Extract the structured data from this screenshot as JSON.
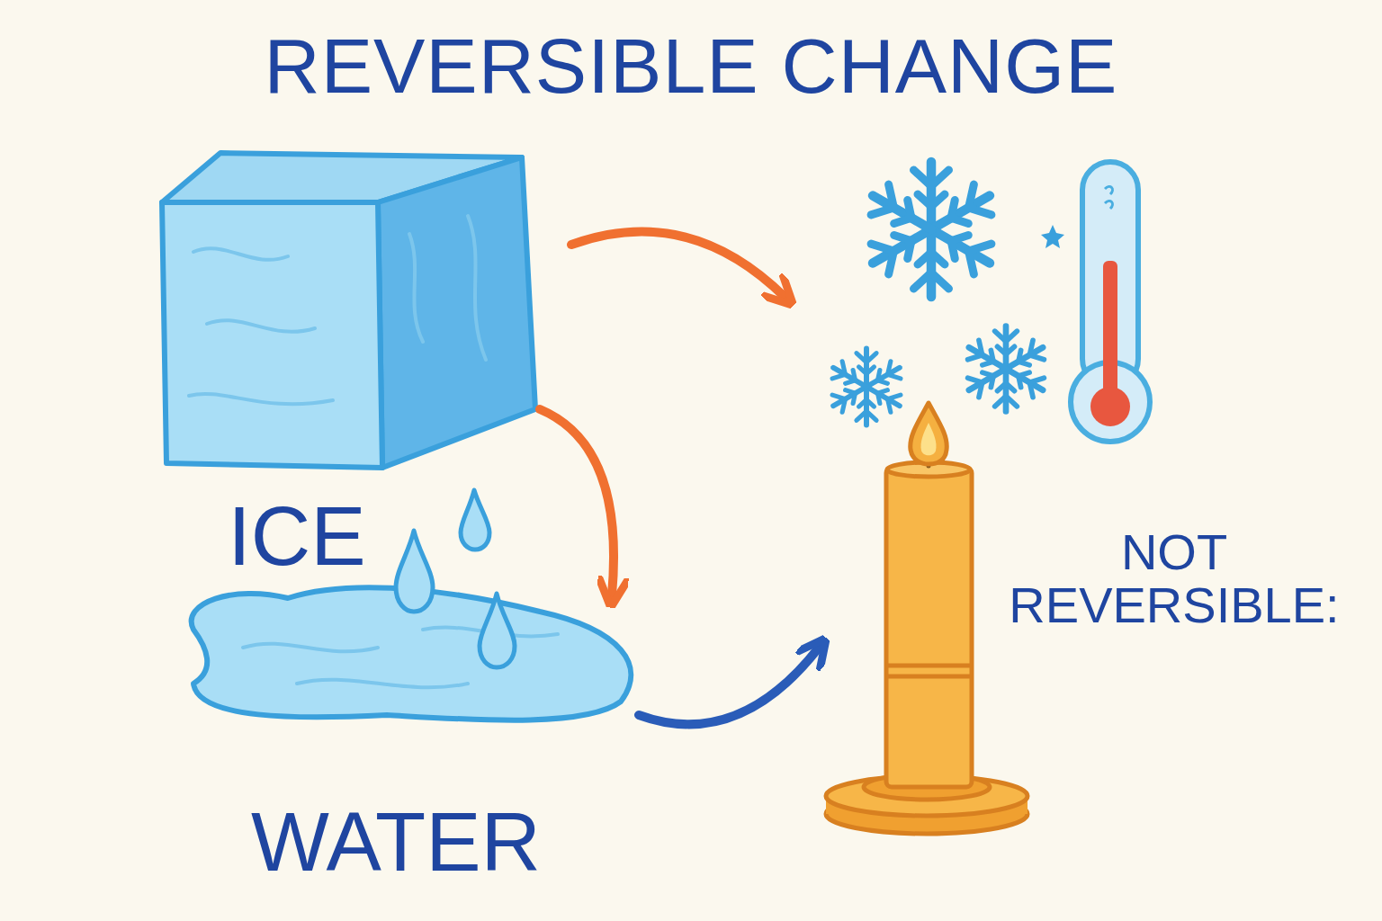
{
  "diagram": {
    "title": "REVERSIBLE CHANGE",
    "nodes": [
      {
        "text": [
          "ICE"
        ]
      },
      {
        "text": [
          "WATER"
        ]
      },
      {
        "text": [
          "NOT REVERSIBLE:"
        ]
      }
    ],
    "edges": [
      {
        "from": 0,
        "to": 1,
        "arrow": "to"
      },
      {
        "from": 1,
        "to": 2,
        "arrow": "to"
      }
    ]
  }
}
